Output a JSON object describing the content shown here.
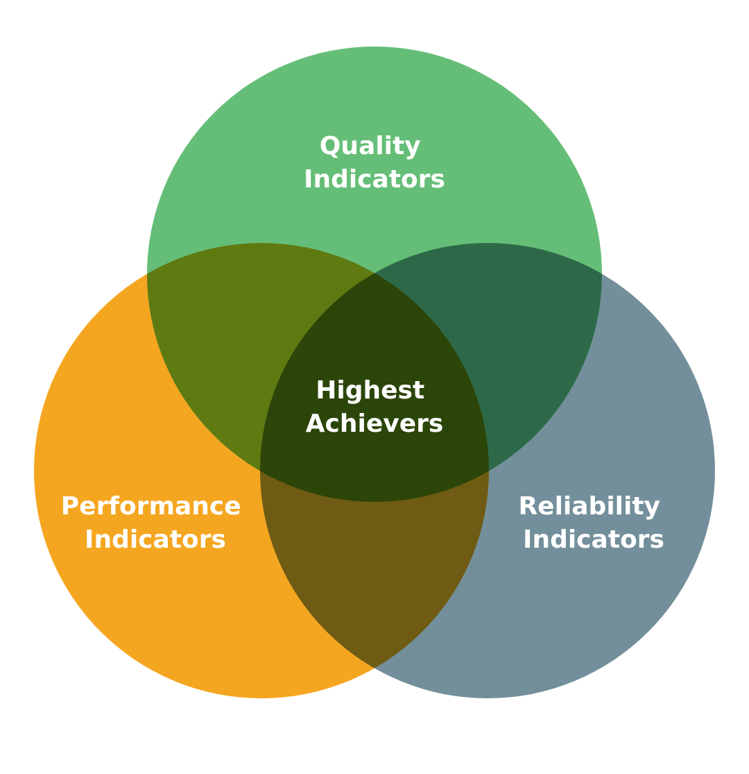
{
  "diagram": {
    "circles": {
      "quality": {
        "line1": "Quality",
        "line2": "Indicators",
        "color": "#65BE77"
      },
      "performance": {
        "line1": "Performance",
        "line2": "Indicators",
        "color": "#F5A620"
      },
      "reliability": {
        "line1": "Reliability",
        "line2": "Indicators",
        "color": "#738F9B"
      }
    },
    "overlaps": {
      "quality_performance": {
        "color": "#5E7A11"
      },
      "quality_reliability": {
        "color": "#2D6948"
      },
      "performance_reliability": {
        "color": "#6F5B13"
      },
      "center": {
        "line1": "Highest",
        "line2": "Achievers",
        "color": "#2C4509"
      }
    }
  }
}
